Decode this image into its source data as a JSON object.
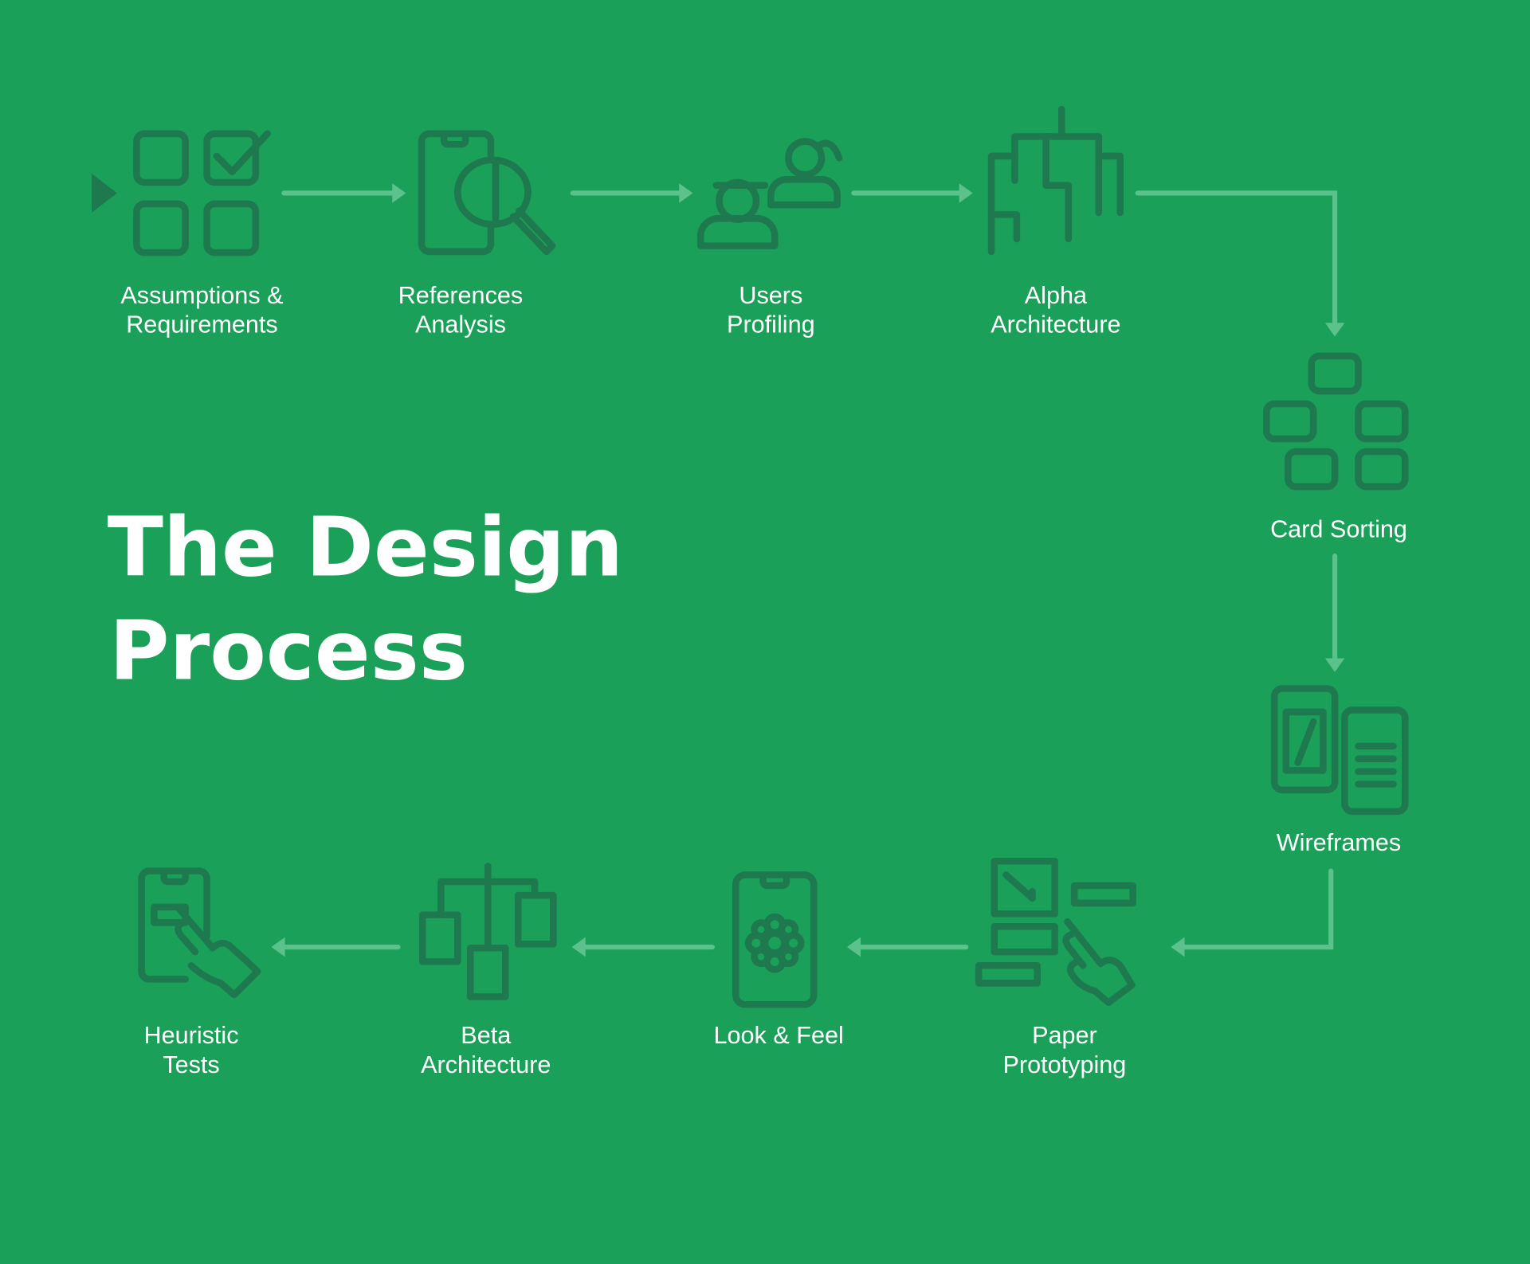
{
  "title": {
    "line1": "The Design",
    "line2": "Process"
  },
  "colors": {
    "background": "#1ba05a",
    "icon": "#1e7a4e",
    "arrow": "#5cc28c",
    "text": "#ffffff"
  },
  "steps": [
    {
      "line1": "Assumptions &",
      "line2": "Requirements",
      "icon": "checklist-grid-icon"
    },
    {
      "line1": "References",
      "line2": "Analysis",
      "icon": "phone-magnifier-icon"
    },
    {
      "line1": "Users",
      "line2": "Profiling",
      "icon": "users-icon"
    },
    {
      "line1": "Alpha",
      "line2": "Architecture",
      "icon": "architecture-icon"
    },
    {
      "line1": "Card Sorting",
      "icon": "card-sorting-icon"
    },
    {
      "line1": "Wireframes",
      "icon": "wireframes-icon"
    },
    {
      "line1": "Paper",
      "line2": "Prototyping",
      "icon": "paper-prototyping-icon"
    },
    {
      "line1": "Look & Feel",
      "icon": "phone-flower-icon"
    },
    {
      "line1": "Beta",
      "line2": "Architecture",
      "icon": "architecture-icon"
    },
    {
      "line1": "Heuristic",
      "line2": "Tests",
      "icon": "phone-touch-icon"
    }
  ]
}
